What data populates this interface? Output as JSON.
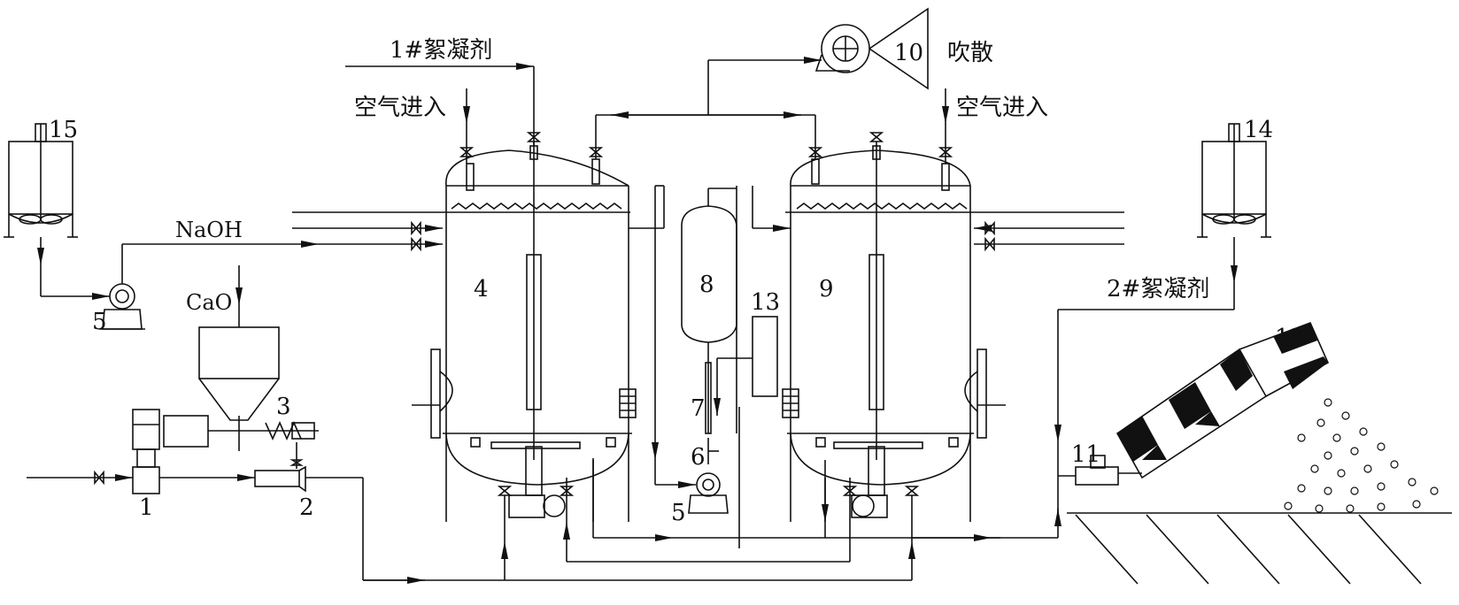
{
  "labels": {
    "flocculant_1": "1#絮凝剂",
    "flocculant_2": "2#絮凝剂",
    "air_in_left": "空气进入",
    "air_in_right": "空气进入",
    "blow": "吹散",
    "naoh": "NaOH",
    "cao": "CaO"
  },
  "numbers": {
    "n1": "1",
    "n2": "2",
    "n3": "3",
    "n4": "4",
    "n5a": "5",
    "n5b": "5",
    "n6": "6",
    "n7": "7",
    "n8": "8",
    "n9": "9",
    "n10": "10",
    "n11": "11",
    "n12": "12",
    "n13": "13",
    "n14": "14",
    "n15": "15"
  },
  "colors": {
    "line": "#111111",
    "fill": "#111111",
    "background": "#ffffff"
  }
}
